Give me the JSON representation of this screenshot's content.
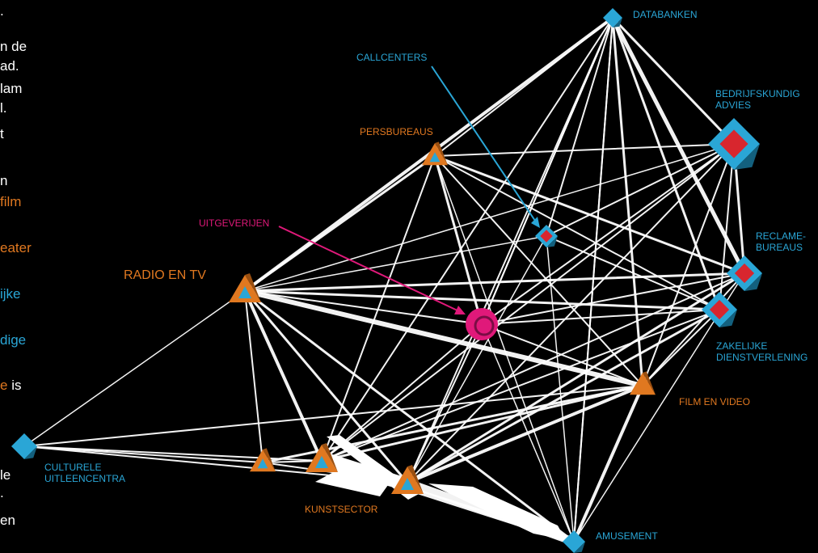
{
  "colors": {
    "background": "#000000",
    "edge": "#ffffff",
    "creative_orange": "#e07820",
    "service_blue": "#2aa6d6",
    "marker_red": "#d8262e",
    "highlight_pink": "#e0197a"
  },
  "side_text": {
    "frag1": ".",
    "frag2": "n de",
    "frag3": "ad.",
    "frag4": "lam",
    "frag5": "l.",
    "frag6": "t",
    "frag7": "n",
    "frag8": "film",
    "frag9": "eater",
    "frag10": "ijke",
    "frag11": "dige",
    "frag12a": "e",
    "frag12b": " is",
    "frag13": "le",
    "frag14": ".",
    "frag15": "en"
  },
  "nodes": {
    "databanken": "DATABANKEN",
    "bedrijfskundig_line1": "BEDRIJFSKUNDIG",
    "bedrijfskundig_line2": "ADVIES",
    "callcenters": "CALLCENTERS",
    "persbureaus": "PERSBUREAUS",
    "uitgeverijen": "UITGEVERIJEN",
    "radio_tv": "RADIO EN TV",
    "reclame_line1": "RECLAME-",
    "reclame_line2": "BUREAUS",
    "zakelijke_line1": "ZAKELIJKE",
    "zakelijke_line2": "DIENSTVERLENING",
    "film_video": "FILM EN VIDEO",
    "culturele_line1": "CULTURELE",
    "culturele_line2": "UITLEENCENTRA",
    "kunstsector": "KUNSTSECTOR",
    "amusement": "AMUSEMENT"
  }
}
